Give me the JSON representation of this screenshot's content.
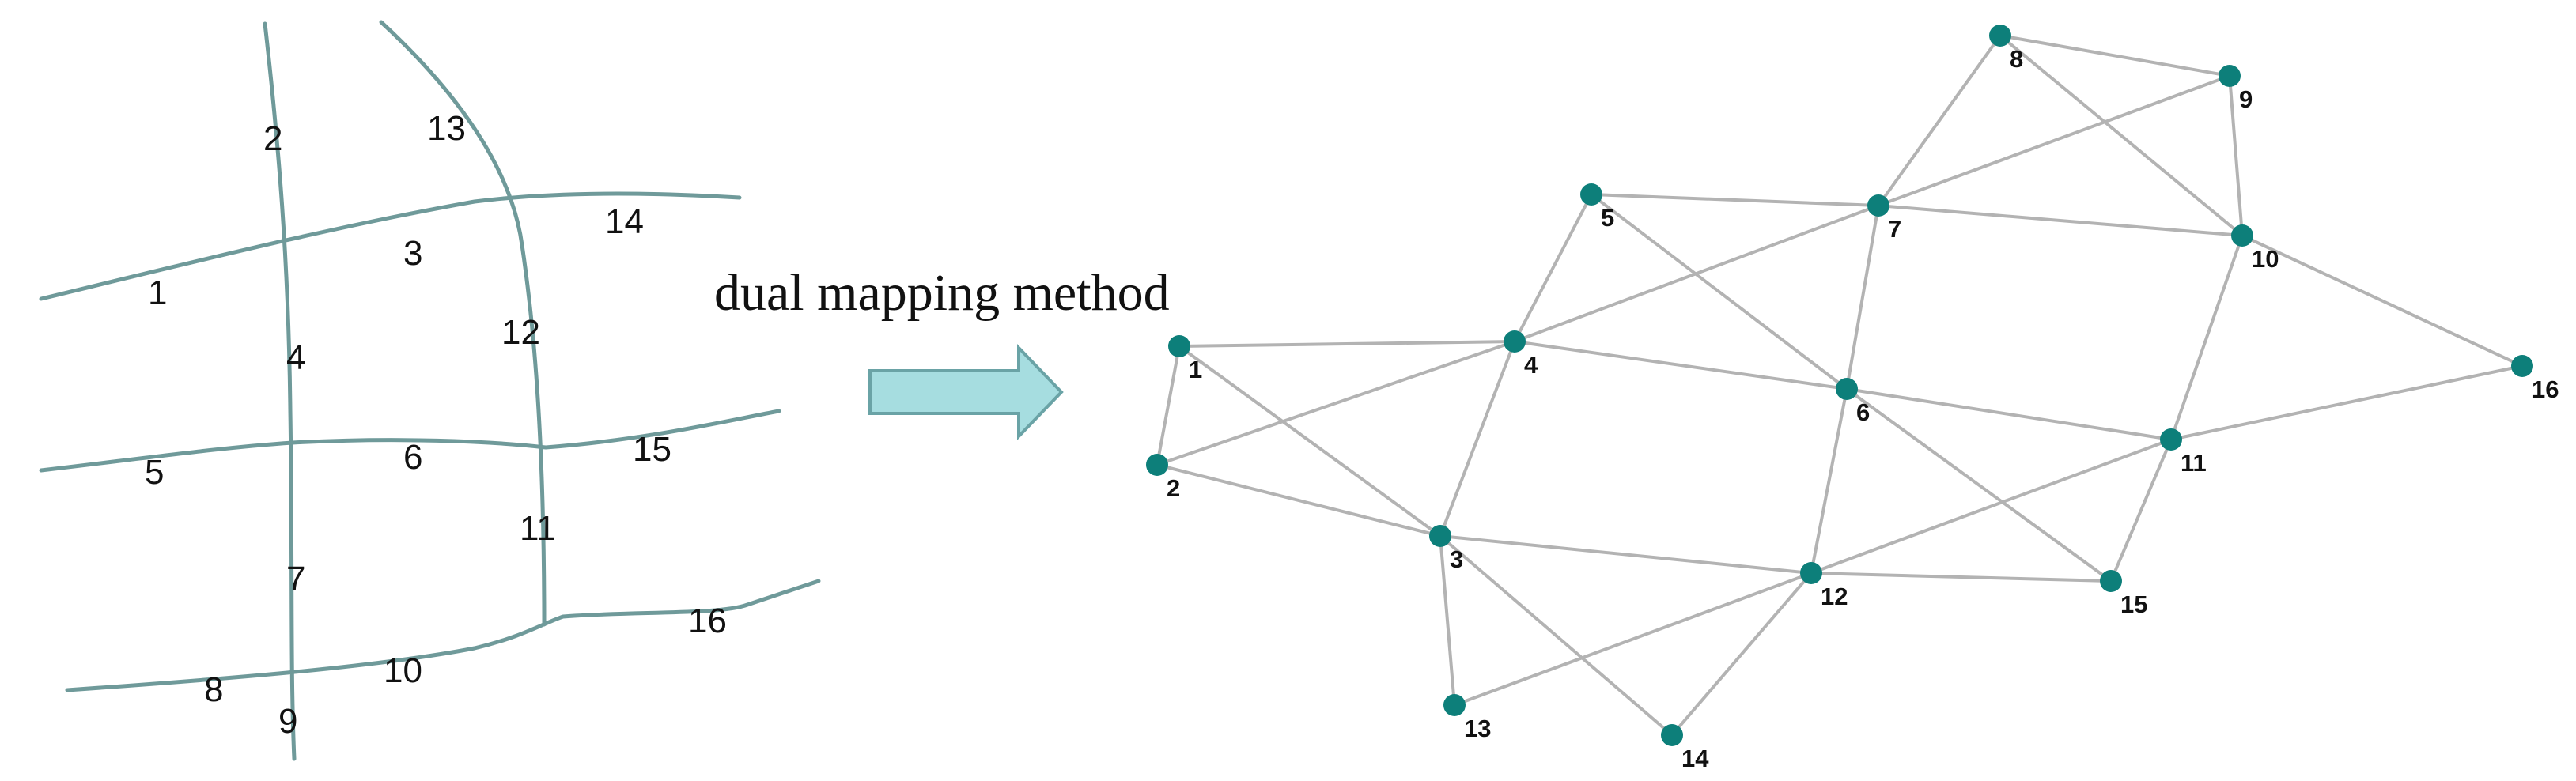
{
  "caption": "dual mapping method",
  "arrow_color": "#a6dde0",
  "node_color": "#0d7f7a",
  "road_color": "#6f9a9a",
  "edge_color": "#b3b3b3",
  "road_network": {
    "segments": [
      {
        "id": 1,
        "label": "1"
      },
      {
        "id": 2,
        "label": "2"
      },
      {
        "id": 3,
        "label": "3"
      },
      {
        "id": 4,
        "label": "4"
      },
      {
        "id": 5,
        "label": "5"
      },
      {
        "id": 6,
        "label": "6"
      },
      {
        "id": 7,
        "label": "7"
      },
      {
        "id": 8,
        "label": "8"
      },
      {
        "id": 9,
        "label": "9"
      },
      {
        "id": 10,
        "label": "10"
      },
      {
        "id": 11,
        "label": "11"
      },
      {
        "id": 12,
        "label": "12"
      },
      {
        "id": 13,
        "label": "13"
      },
      {
        "id": 14,
        "label": "14"
      },
      {
        "id": 15,
        "label": "15"
      },
      {
        "id": 16,
        "label": "16"
      }
    ]
  },
  "dual_graph": {
    "nodes": [
      {
        "id": 1,
        "label": "1"
      },
      {
        "id": 2,
        "label": "2"
      },
      {
        "id": 3,
        "label": "3"
      },
      {
        "id": 4,
        "label": "4"
      },
      {
        "id": 5,
        "label": "5"
      },
      {
        "id": 6,
        "label": "6"
      },
      {
        "id": 7,
        "label": "7"
      },
      {
        "id": 8,
        "label": "8"
      },
      {
        "id": 9,
        "label": "9"
      },
      {
        "id": 10,
        "label": "10"
      },
      {
        "id": 11,
        "label": "11"
      },
      {
        "id": 12,
        "label": "12"
      },
      {
        "id": 13,
        "label": "13"
      },
      {
        "id": 14,
        "label": "14"
      },
      {
        "id": 15,
        "label": "15"
      },
      {
        "id": 16,
        "label": "16"
      }
    ],
    "edges": [
      [
        1,
        2
      ],
      [
        1,
        4
      ],
      [
        1,
        3
      ],
      [
        2,
        4
      ],
      [
        2,
        3
      ],
      [
        3,
        4
      ],
      [
        3,
        12
      ],
      [
        3,
        13
      ],
      [
        3,
        14
      ],
      [
        4,
        5
      ],
      [
        4,
        7
      ],
      [
        4,
        6
      ],
      [
        5,
        7
      ],
      [
        5,
        6
      ],
      [
        6,
        7
      ],
      [
        6,
        11
      ],
      [
        6,
        12
      ],
      [
        6,
        15
      ],
      [
        7,
        8
      ],
      [
        7,
        9
      ],
      [
        7,
        10
      ],
      [
        8,
        9
      ],
      [
        8,
        10
      ],
      [
        9,
        10
      ],
      [
        10,
        11
      ],
      [
        10,
        16
      ],
      [
        11,
        16
      ],
      [
        11,
        12
      ],
      [
        11,
        15
      ],
      [
        12,
        13
      ],
      [
        12,
        14
      ],
      [
        12,
        15
      ]
    ]
  }
}
